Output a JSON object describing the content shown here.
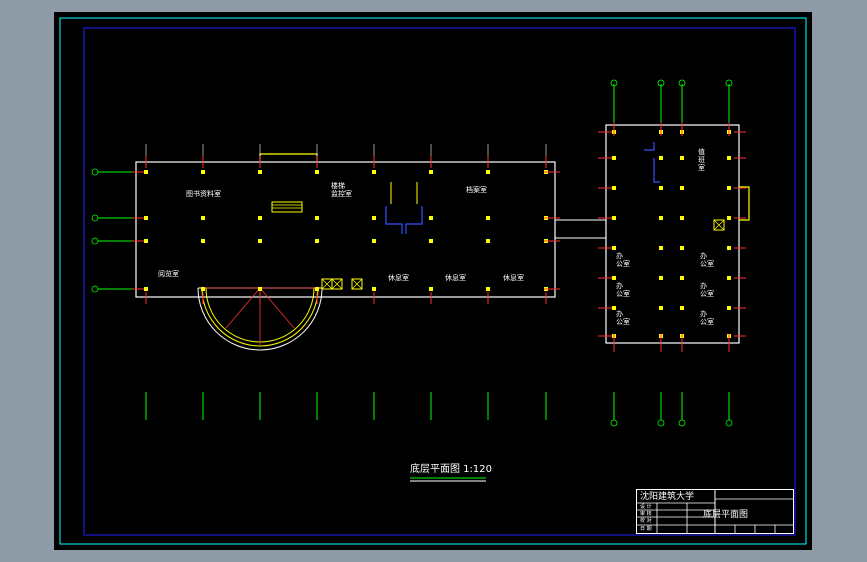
{
  "app": {
    "window": "CAD drawing viewport"
  },
  "plan": {
    "title": "底层平面图 1:120",
    "rooms": {
      "library": "图书资料室",
      "reading": "阅览室",
      "stairs_room": "楼梯\n监控室",
      "archive": "档案室",
      "study1": "休息室",
      "study2": "休息室",
      "study3": "休息室",
      "annex_office": "值\n班\n室",
      "office1": "办\n公室",
      "office2": "办\n公室",
      "office3": "办\n公室",
      "office4": "办\n公室",
      "office5": "办\n公室",
      "office6": "办\n公室"
    }
  },
  "title_block": {
    "school": "沈阳建筑大学",
    "drawing_name": "底层平面图",
    "rows": [
      "设 计",
      "审 核",
      "校 对",
      "日 期"
    ]
  },
  "colors": {
    "wall": "#ffffff",
    "column": "#ffff00",
    "axis": "#00ff00",
    "dim": "#ff3030",
    "frame_outer": "#00ffff",
    "frame_inner": "#2020ff",
    "stair": "#ffff00",
    "door": "#3050ff"
  }
}
